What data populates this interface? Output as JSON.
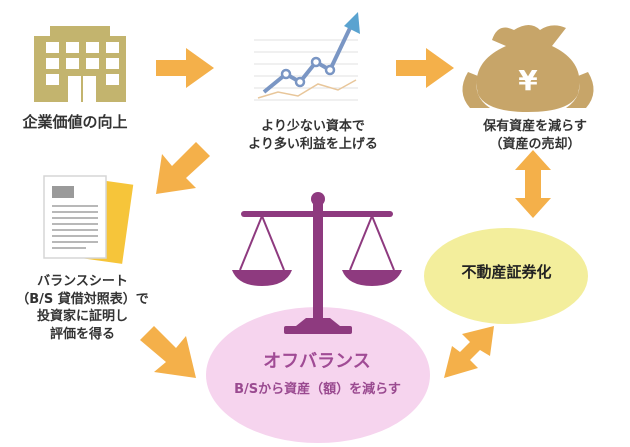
{
  "labels": {
    "company_value": "企業価値の向上",
    "capital_line1": "より少ない資本で",
    "capital_line2": "より多い利益を上げる",
    "reduce_line1": "保有資産を減らす",
    "reduce_line2": "（資産の売却）",
    "bs_line1": "バランスシート",
    "bs_line2": "（B/S 貸借対照表）で",
    "bs_line3": "投資家に証明し",
    "bs_line4": "評価を得る",
    "securitization": "不動産証券化",
    "offbalance_title": "オフバランス",
    "offbalance_sub": "B/Sから資産（額）を減らす"
  },
  "icons": {
    "money_bag_symbol": "¥"
  },
  "colors": {
    "arrow": "#f4b04a",
    "building": "#c3b46e",
    "money_bag": "#c7a569",
    "scale": "#8e3a7f",
    "ellipse_pink": "#f6d4ee",
    "ellipse_yellow": "#f3ee9c",
    "chart_line": "#7a96c4",
    "chart_arrow": "#5aa3d0",
    "document_yellow": "#f6c53a"
  }
}
